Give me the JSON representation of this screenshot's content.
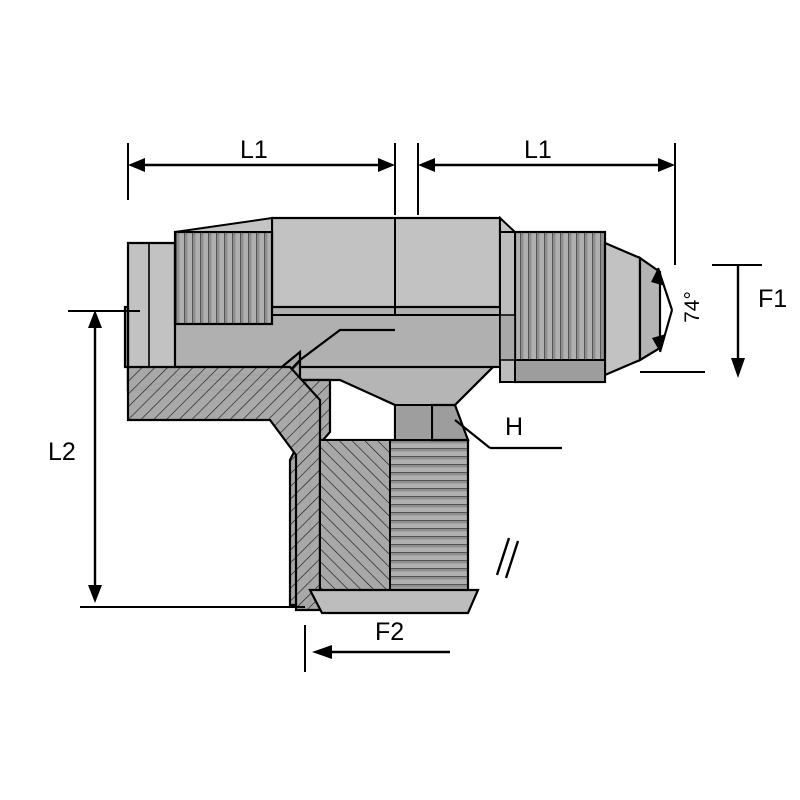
{
  "diagram": {
    "title": "JIC male run tee fitting technical drawing",
    "type": "engineering-dimension-drawing",
    "background_color": "#ffffff",
    "line_color": "#000000",
    "body_fill": "#a6a6a6",
    "body_fill_light": "#c9c9c9",
    "body_fill_dark": "#8c8c8c",
    "labels": {
      "l1_left": "L1",
      "l1_right": "L1",
      "l2": "L2",
      "f1": "F1",
      "f2": "F2",
      "h": "H",
      "angle": "74°"
    }
  }
}
